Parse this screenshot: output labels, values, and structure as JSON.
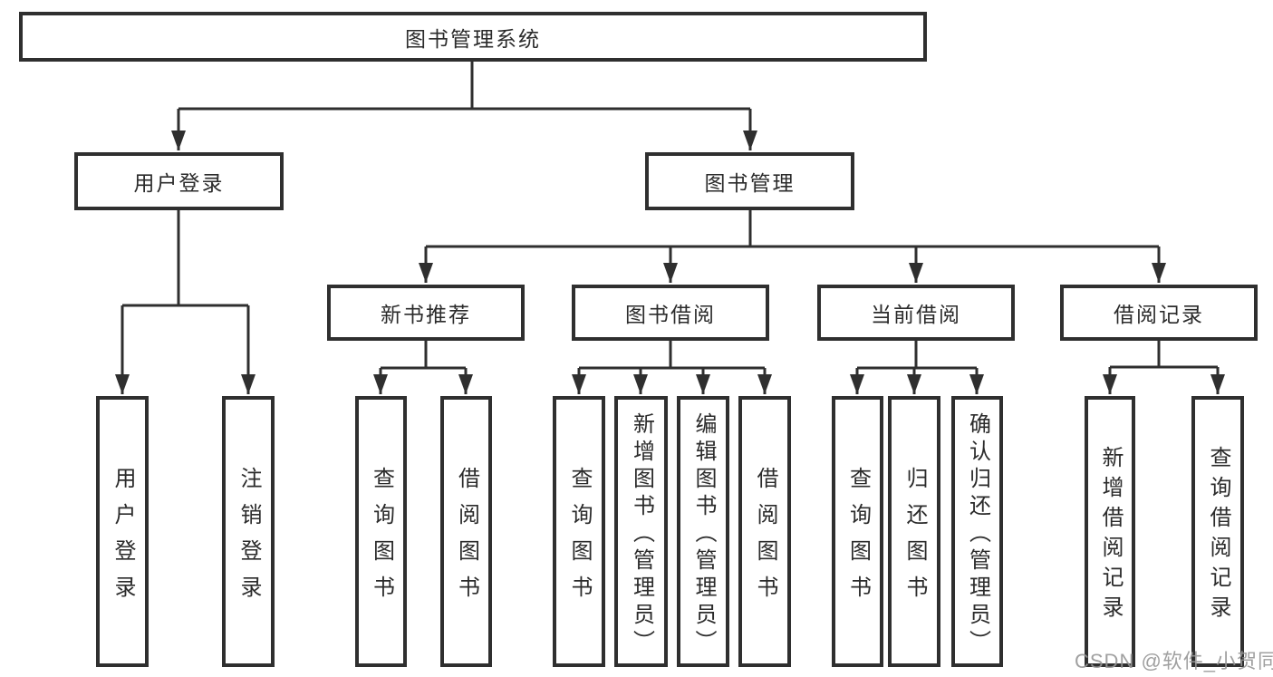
{
  "tree": {
    "root": "图书管理系统",
    "branches": [
      {
        "label": "用户登录",
        "children": [
          "用户登录",
          "注销登录"
        ]
      },
      {
        "label": "图书管理",
        "groups": [
          {
            "label": "新书推荐",
            "children": [
              "查询图书",
              "借阅图书"
            ]
          },
          {
            "label": "图书借阅",
            "children": [
              "查询图书",
              "新增图书（管理员）",
              "编辑图书（管理员）",
              "借阅图书"
            ]
          },
          {
            "label": "当前借阅",
            "children": [
              "查询图书",
              "归还图书",
              "确认归还（管理员）"
            ]
          },
          {
            "label": "借阅记录",
            "children": [
              "新增借阅记录",
              "查询借阅记录"
            ]
          }
        ]
      }
    ]
  },
  "watermark": "CSDN @软件_小贺同学",
  "colors": {
    "line": "#2f2f2f",
    "text": "#2b2b2b",
    "background": "#ffffff",
    "watermark": "#969696"
  }
}
